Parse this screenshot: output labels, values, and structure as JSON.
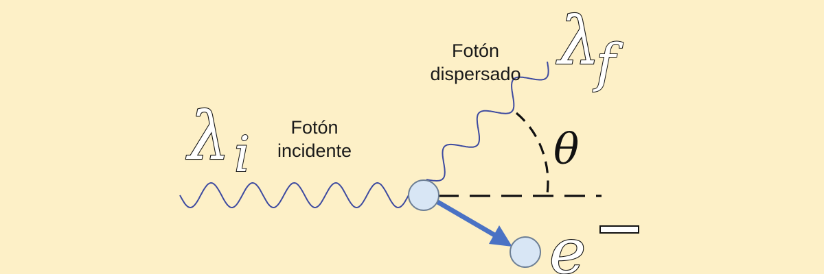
{
  "colors": {
    "background": "#fdf0c7",
    "wave": "#3d4aa0",
    "particle_fill": "#d8e6f5",
    "particle_stroke": "#6d7f95",
    "arrow": "#4a72c4",
    "dashed": "#111111"
  },
  "labels": {
    "incident_photon": [
      "Fotón",
      "incidente"
    ],
    "scattered_photon": [
      "Fotón",
      "dispersado"
    ]
  },
  "symbols": {
    "lambda": "λ",
    "initial_sub": "i",
    "final_sub": "f",
    "theta": "θ",
    "electron": "e",
    "electron_charge": "—"
  },
  "icons": {
    "incident_wave": "sine-wave",
    "scattered_wave": "sine-wave",
    "collision_particle": "circle",
    "electron_particle": "circle",
    "recoil_arrow": "arrow",
    "scatter_angle_arc": "dashed-arc"
  }
}
